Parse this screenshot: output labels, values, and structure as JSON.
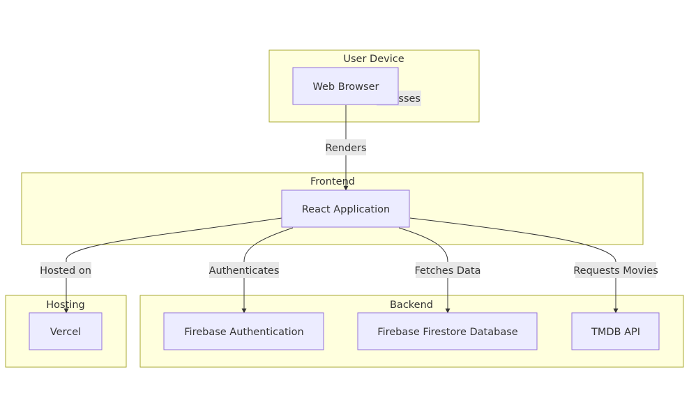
{
  "colors": {
    "cluster_fill": "#ffffde",
    "cluster_stroke": "#aaaa33",
    "node_fill": "#ececff",
    "node_stroke": "#9370db",
    "edge": "#333333",
    "edge_label_bg": "#e8e8e8"
  },
  "clusters": {
    "user_device": "User Device",
    "frontend": "Frontend",
    "hosting": "Hosting",
    "backend": "Backend"
  },
  "nodes": {
    "web_browser": "Web Browser",
    "react_app": "React Application",
    "vercel": "Vercel",
    "firebase_auth": "Firebase Authentication",
    "firestore": "Firebase Firestore Database",
    "tmdb": "TMDB API"
  },
  "edges": {
    "user_accesses": "esses",
    "renders": "Renders",
    "hosted_on": "Hosted on",
    "authenticates": "Authenticates",
    "fetches_data": "Fetches Data",
    "requests_movies": "Requests Movies"
  }
}
